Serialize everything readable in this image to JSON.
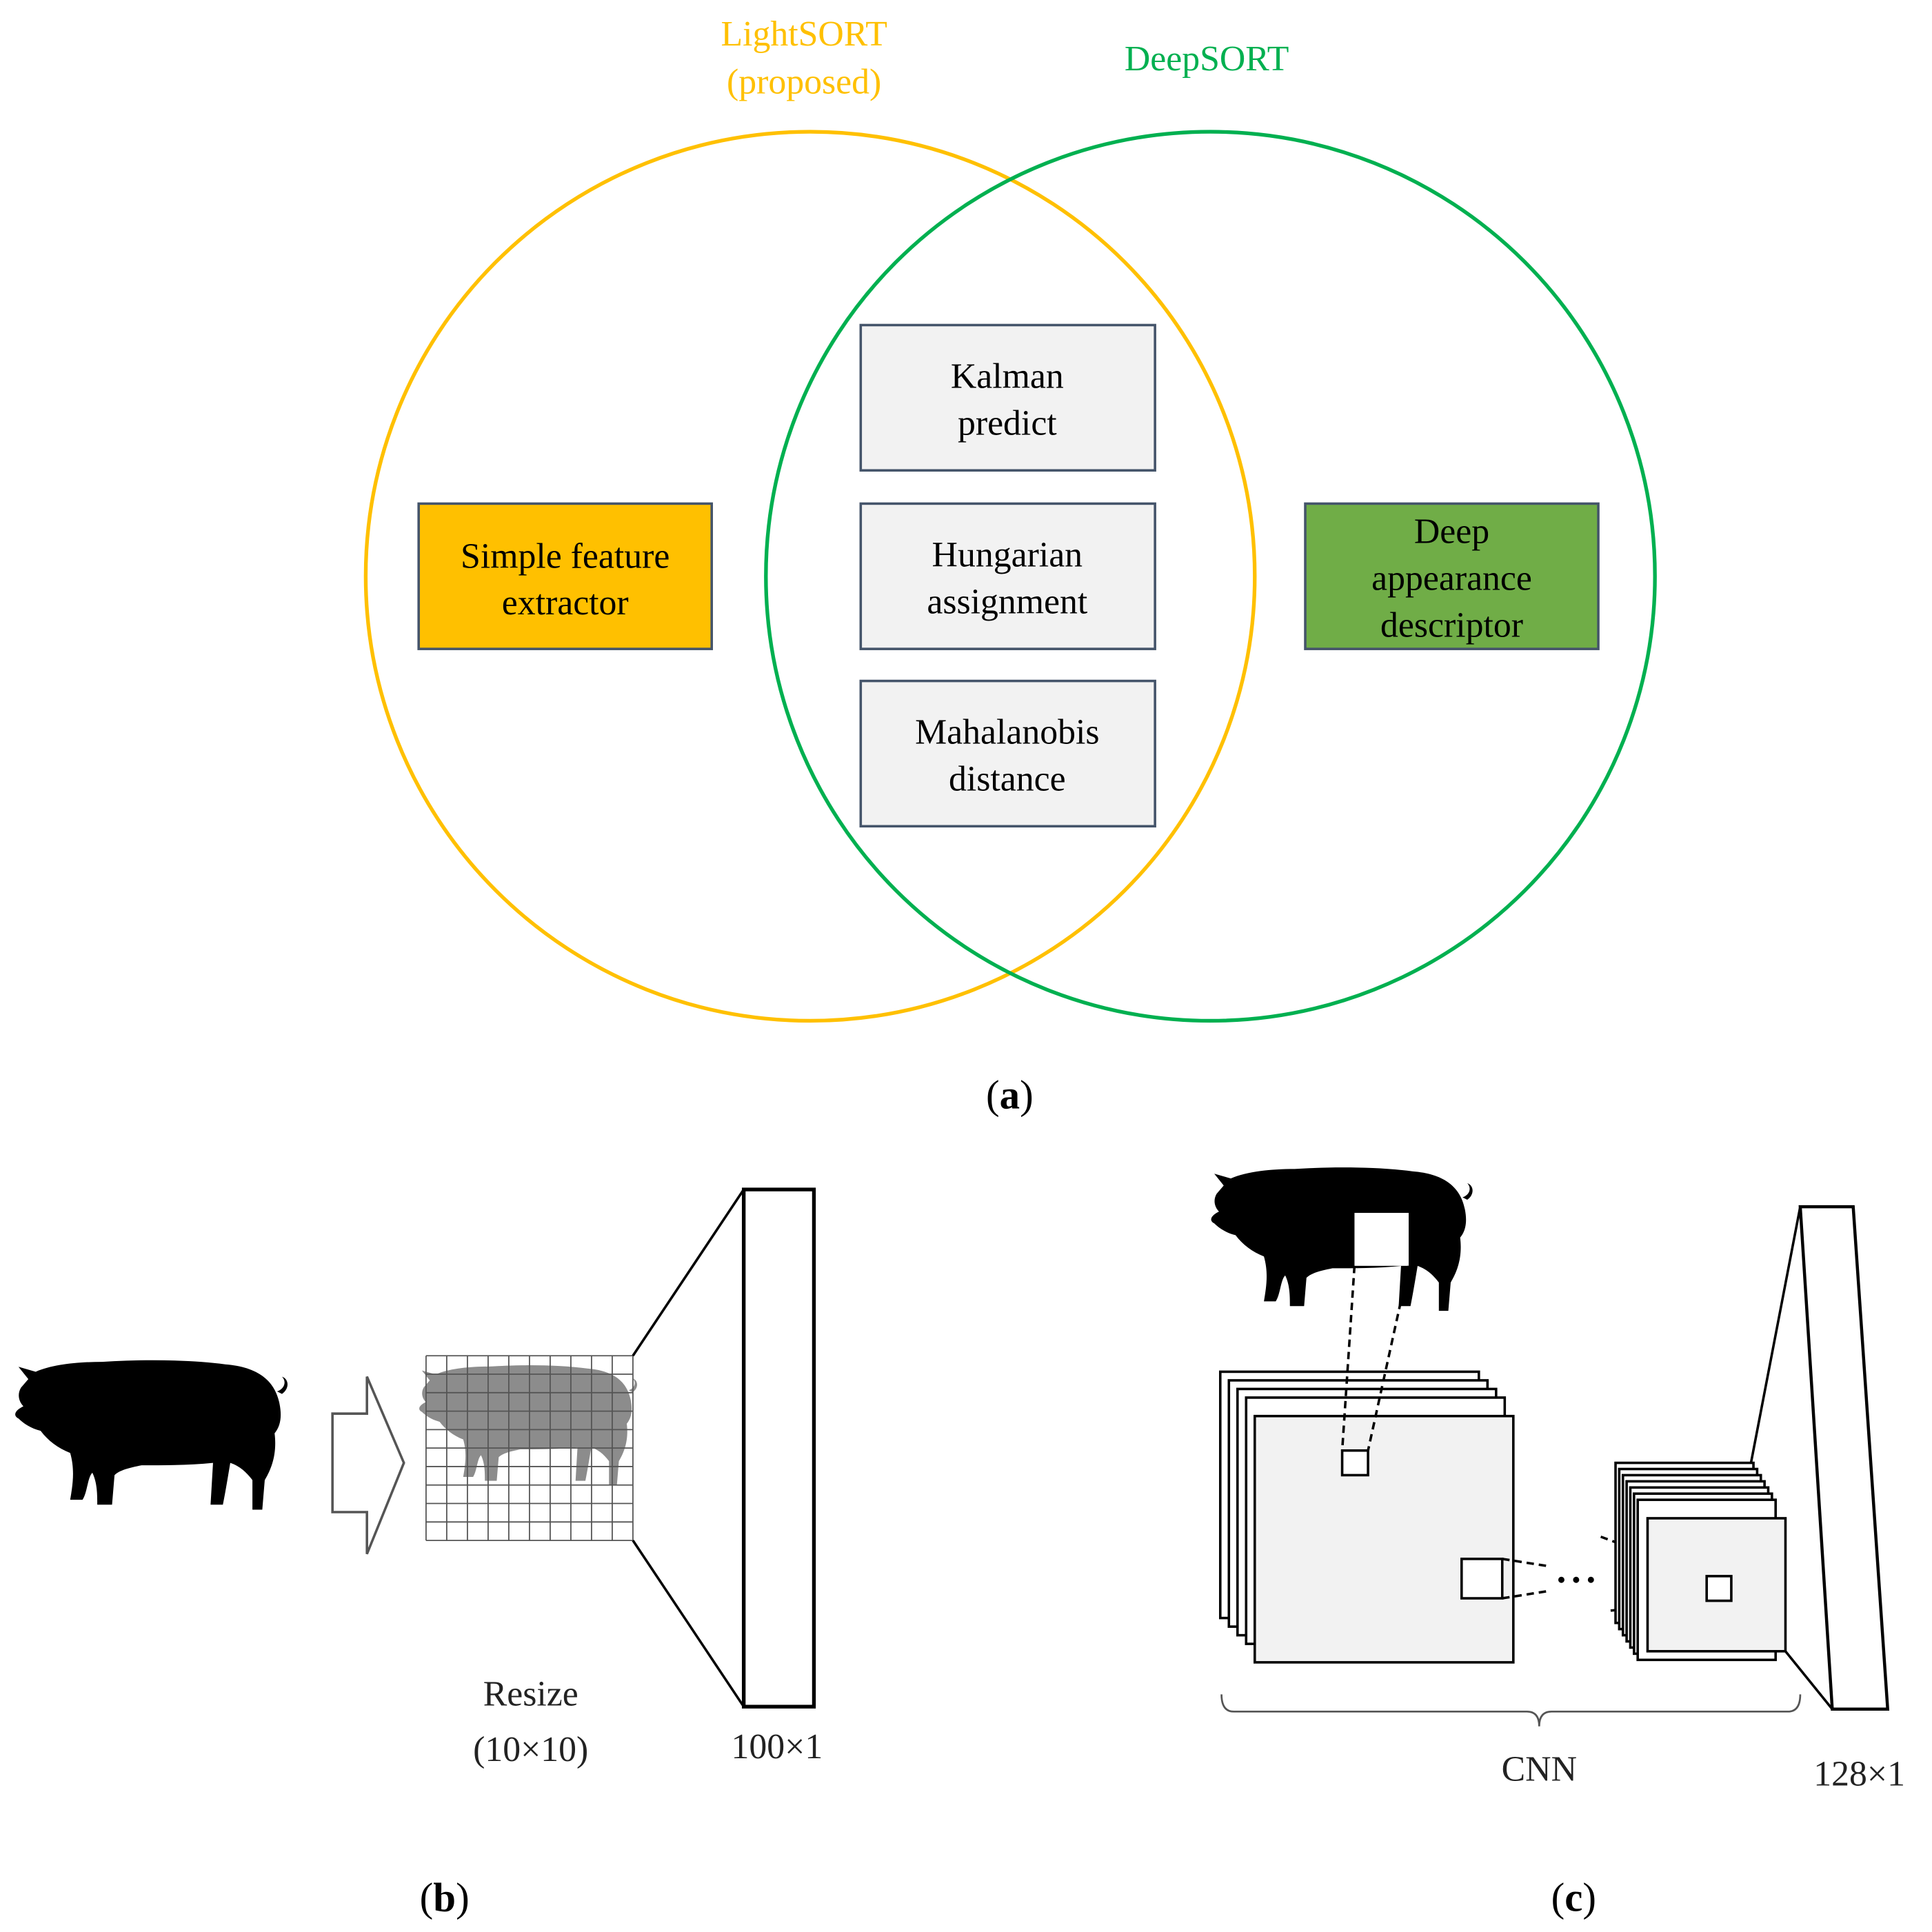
{
  "panel_a": {
    "set_left": {
      "line1": "LightSORT",
      "line2": "(proposed)",
      "color": "#FFC000"
    },
    "set_right": {
      "label": "DeepSORT",
      "color": "#00B050"
    },
    "left_only": {
      "line1": "Simple feature",
      "line2": "extractor",
      "fill": "#FFC000"
    },
    "right_only": {
      "line1": "Deep",
      "line2": "appearance",
      "line3": "descriptor",
      "fill": "#70AD47"
    },
    "shared": [
      {
        "line1": "Kalman",
        "line2": "predict"
      },
      {
        "line1": "Hungarian",
        "line2": "assignment"
      },
      {
        "line1": "Mahalanobis",
        "line2": "distance"
      }
    ],
    "shared_fill": "#F2F2F2",
    "caption": {
      "open": "(",
      "letter": "a",
      "close": ")"
    }
  },
  "panel_b": {
    "resize_line1": "Resize",
    "resize_line2": "(10×10)",
    "vector_label": "100×1",
    "grid_cells": 10,
    "caption": {
      "open": "(",
      "letter": "b",
      "close": ")"
    }
  },
  "panel_c": {
    "cnn_label": "CNN",
    "vector_label": "128×1",
    "caption": {
      "open": "(",
      "letter": "c",
      "close": ")"
    }
  }
}
